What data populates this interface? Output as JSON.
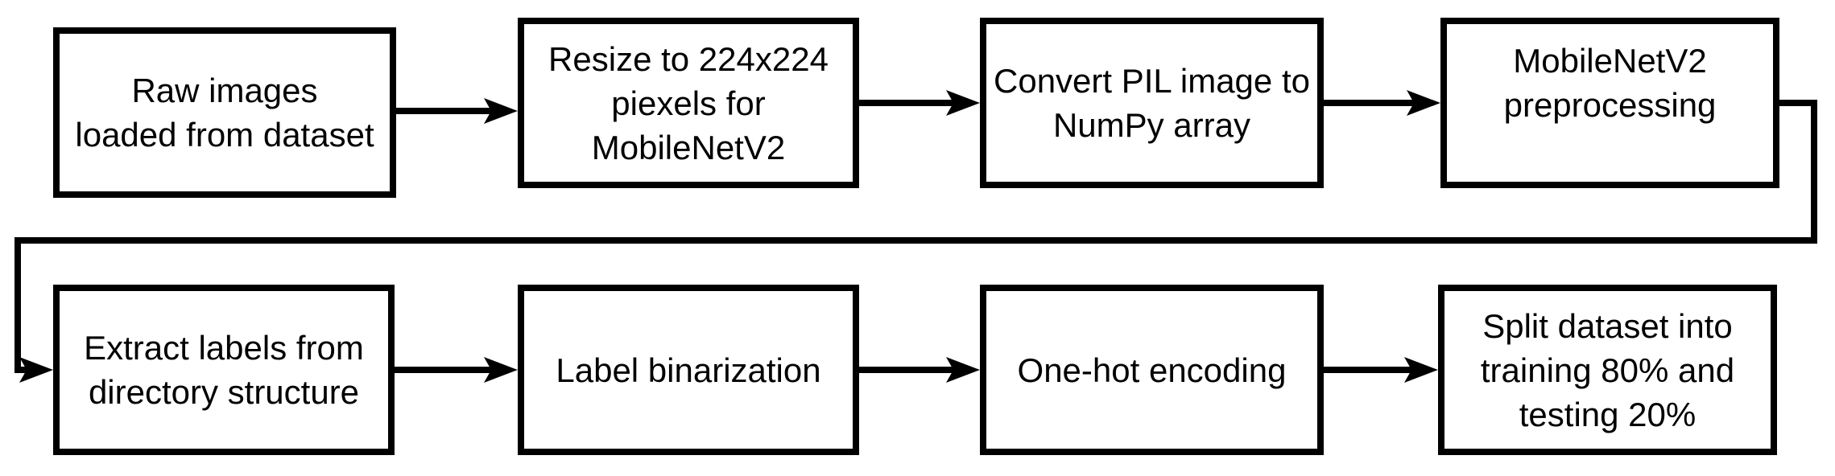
{
  "diagram": {
    "type": "flowchart",
    "colors": {
      "stroke": "#000000",
      "node_fill": "#ffffff",
      "background": "#ffffff"
    },
    "nodes": [
      {
        "id": "raw-images",
        "label": "Raw images\nloaded from dataset"
      },
      {
        "id": "resize",
        "label": "Resize to 224x224\npiexels for\nMobileNetV2"
      },
      {
        "id": "convert-numpy",
        "label": "Convert PIL image to\nNumPy array"
      },
      {
        "id": "preprocessing",
        "label": "MobileNetV2\npreprocessing"
      },
      {
        "id": "extract-labels",
        "label": "Extract labels from\ndirectory structure"
      },
      {
        "id": "binarization",
        "label": "Label binarization"
      },
      {
        "id": "one-hot",
        "label": "One-hot encoding"
      },
      {
        "id": "split-dataset",
        "label": "Split dataset into\ntraining 80% and\ntesting 20%"
      }
    ],
    "edges": [
      {
        "from": "raw-images",
        "to": "resize"
      },
      {
        "from": "resize",
        "to": "convert-numpy"
      },
      {
        "from": "convert-numpy",
        "to": "preprocessing"
      },
      {
        "from": "preprocessing",
        "to": "extract-labels"
      },
      {
        "from": "extract-labels",
        "to": "binarization"
      },
      {
        "from": "binarization",
        "to": "one-hot"
      },
      {
        "from": "one-hot",
        "to": "split-dataset"
      }
    ]
  }
}
